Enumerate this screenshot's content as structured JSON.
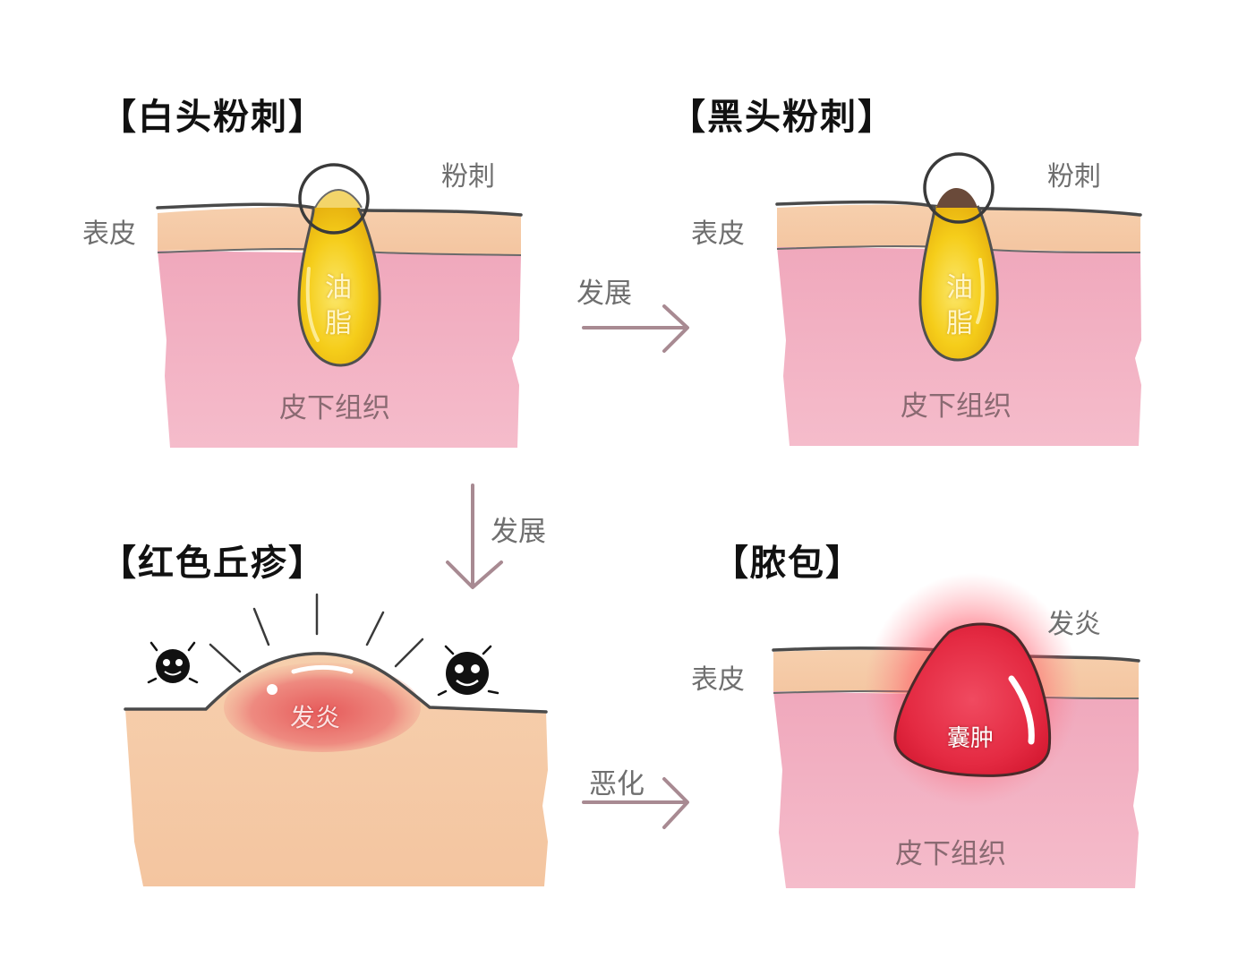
{
  "panels": {
    "whitehead": {
      "title": "【白头粉刺】",
      "comedo_label": "粉刺",
      "epidermis_label": "表皮",
      "sebum_label": "油脂",
      "tissue_label": "皮下组织"
    },
    "blackhead": {
      "title": "【黑头粉刺】",
      "comedo_label": "粉刺",
      "epidermis_label": "表皮",
      "sebum_label": "油脂",
      "tissue_label": "皮下组织"
    },
    "papule": {
      "title": "【红色丘疹】",
      "inflammation_label": "发炎"
    },
    "pustule": {
      "title": "【脓包】",
      "inflammation_label": "发炎",
      "epidermis_label": "表皮",
      "cyst_label": "囊肿",
      "tissue_label": "皮下组织"
    }
  },
  "arrows": {
    "right_top": "发展",
    "down": "发展",
    "right_bottom": "恶化"
  },
  "colors": {
    "skin_pink": "#f2b1c1",
    "epidermis_peach": "#f4cda9",
    "sebum_yellow": "#f7d21e",
    "inflammation_red": "#e8424e",
    "outline": "#505050",
    "arrow": "#a88a92"
  }
}
